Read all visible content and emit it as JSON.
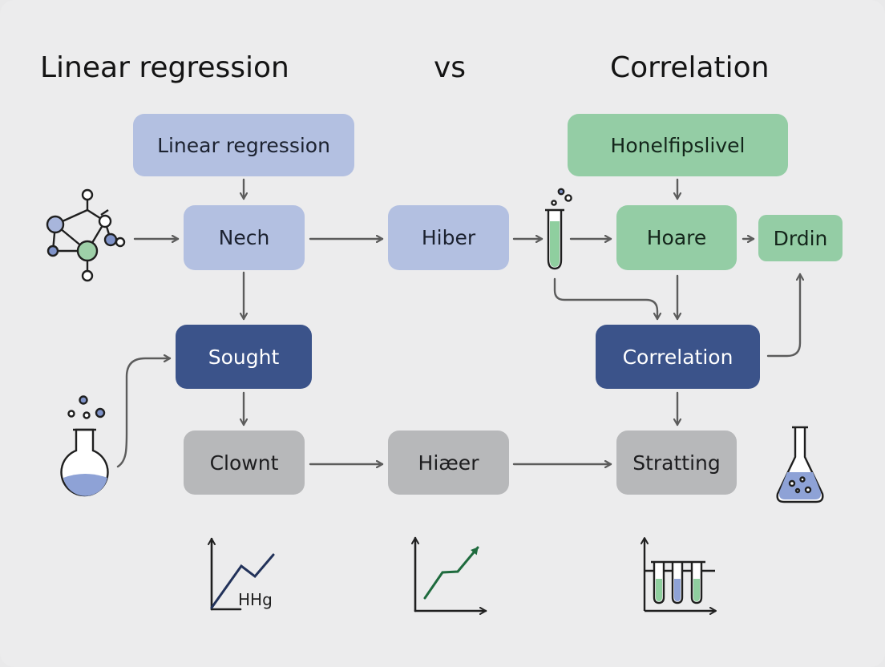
{
  "headings": {
    "left": "Linear regression",
    "middle": "vs",
    "right": "Correlation"
  },
  "nodes": {
    "linear_regression": "Linear regression",
    "nech": "Nech",
    "hiber_top": "Hiber",
    "sought": "Sought",
    "clownt": "Clownt",
    "hiber_bottom": "Hiæer",
    "honelfipslivel": "Honelfipslivel",
    "hoare": "Hoare",
    "drdin": "Drdin",
    "correlation": "Correlation",
    "stratting": "Stratting"
  },
  "icon_labels": {
    "line_chart": "HHg"
  },
  "colors": {
    "lavender": "#b3c0e1",
    "mint": "#94cda5",
    "navy": "#3b538a",
    "gray": "#b7b8ba",
    "arrow": "#5c5c5c",
    "green_line": "#1f6b3e"
  }
}
